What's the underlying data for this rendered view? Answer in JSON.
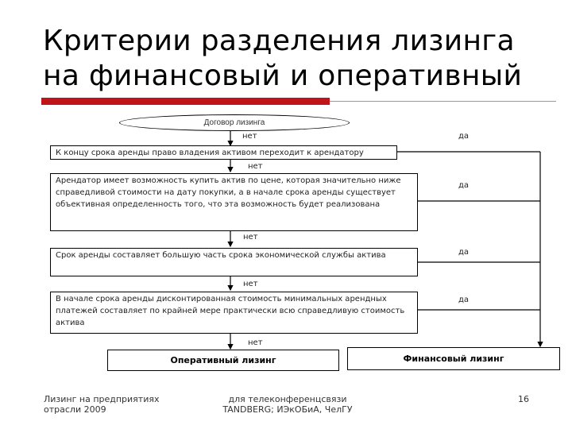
{
  "title": {
    "line1": "Критерии разделения лизинга",
    "line2": "на финансовый и оперативный"
  },
  "diagram": {
    "start": "Договор лизинга",
    "criteria": [
      "К концу срока аренды право владения активом переходит к арендатору",
      "Арендатор имеет возможность купить актив по цене, которая значительно ниже справедливой стоимости на дату покупки, а в начале срока аренды существует объективная определенность того, что эта возможность будет реализована",
      "Срок аренды составляет большую часть срока экономической службы актива",
      "В начале срока аренды дисконтированная стоимость минимальных арендных платежей составляет по крайней мере практически всю справедливую стоимость актива"
    ],
    "no_label": "нет",
    "yes_label": "да",
    "operating": "Оперативный лизинг",
    "financial": "Финансовый лизинг"
  },
  "footer": {
    "left": "Лизинг на предприятиях отрасли 2009",
    "center": "для телеконференцсвязи TANDBERG; ИЭкОБиА, ЧелГУ",
    "page": "16"
  },
  "colors": {
    "accent": "#c0141b",
    "rule": "#9a9a9a"
  }
}
